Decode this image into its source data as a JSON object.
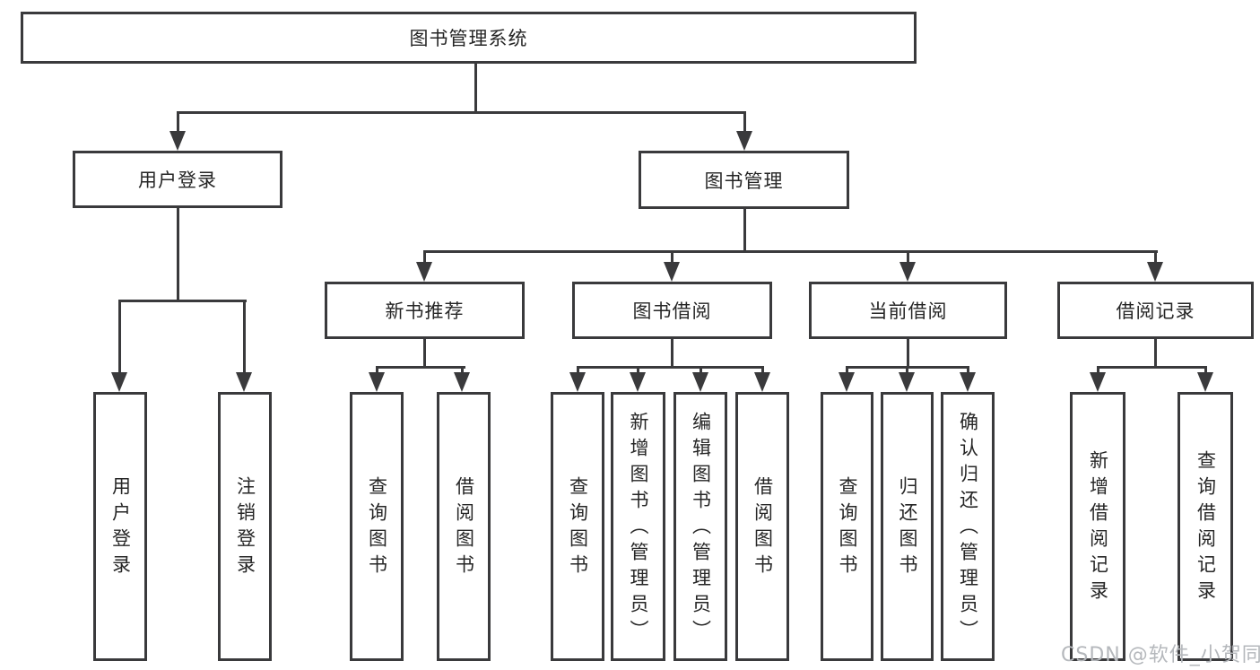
{
  "diagram": {
    "root": {
      "label": "图书管理系统"
    },
    "level2": [
      {
        "label": "用户登录"
      },
      {
        "label": "图书管理"
      }
    ],
    "level3": [
      {
        "label": "新书推荐"
      },
      {
        "label": "图书借阅"
      },
      {
        "label": "当前借阅"
      },
      {
        "label": "借阅记录"
      }
    ],
    "leaves": [
      {
        "label": "用户登录"
      },
      {
        "label": "注销登录"
      },
      {
        "label": "查询图书"
      },
      {
        "label": "借阅图书"
      },
      {
        "label": "查询图书"
      },
      {
        "label": "新增图书（管理员）"
      },
      {
        "label": "编辑图书（管理员）"
      },
      {
        "label": "借阅图书"
      },
      {
        "label": "查询图书"
      },
      {
        "label": "归还图书"
      },
      {
        "label": "确认归还（管理员）"
      },
      {
        "label": "新增借阅记录"
      },
      {
        "label": "查询借阅记录"
      }
    ],
    "watermark": "CSDN @软件_小贺同学",
    "colors": {
      "line": "#3a3a3c",
      "text": "#262626",
      "watermark": "#b5b8bc",
      "node_background": "#ffffff"
    }
  }
}
